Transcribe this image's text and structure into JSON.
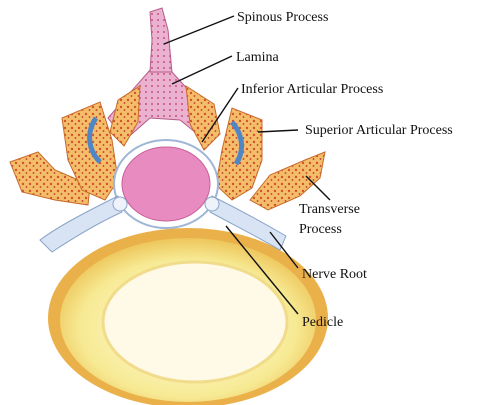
{
  "labels": {
    "spinous_process": "Spinous Process",
    "lamina": "Lamina",
    "inferior_articular_process": "Inferior Articular Process",
    "superior_articular_process": "Superior Articular Process",
    "transverse_process_line1": "Transverse",
    "transverse_process_line2": "Process",
    "nerve_root": "Nerve Root",
    "pedicle": "Pedicle"
  },
  "colors": {
    "vertebral_body": "#f6e58a",
    "vertebral_body_rim": "#e8a43a",
    "bone": "#f2b96a",
    "bone_dots": "#d9542a",
    "lamina": "#e9a6c8",
    "spinal_cord": "#e78bbf",
    "nerve": "#c8d8ee",
    "leader_line": "#111111"
  }
}
